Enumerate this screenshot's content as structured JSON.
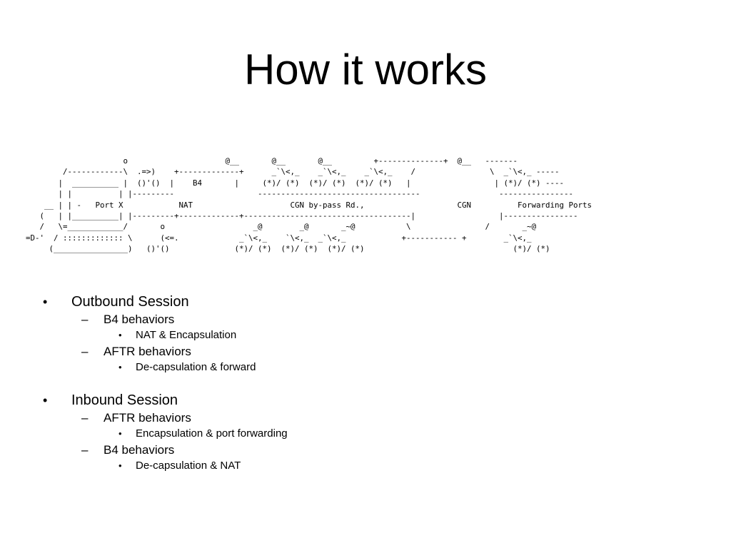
{
  "slide": {
    "title": "How it works",
    "diagram_lines": [
      "                     o                     @__       @__       @__         +--------------+  @__   -------",
      "        /------------\\  .=>)    +-------------+      _`\\<,_    _`\\<,_    _`\\<,_    /                \\  _`\\<,_ -----",
      "       |  __________ |  ()'()  |    B4       |     (*)/ (*)  (*)/ (*)  (*)/ (*)   |                  | (*)/ (*) ----",
      "       | |          | |---------                  -----------------------------------                 ----------------",
      "    __ | | -   Port X            NAT                     CGN by-pass Rd.,                    CGN          Forwarding Ports",
      "   (   | |__________| |---------+-------------+------------------------------------|                  |----------------",
      "   /   \\=____________/       o                   _@        _@       _~@           \\                /       _~@",
      "=D-'  / ::::::::::::: \\      (<=.             _`\\<,_    `\\<,_  _`\\<,_            +----------- +        _`\\<,_",
      "     (________________)   ()'()              (*)/ (*)  (*)/ (*)  (*)/ (*)                                (*)/ (*)"
    ],
    "sections": [
      {
        "bullet": "•",
        "label": "Outbound Session",
        "items": [
          {
            "dash": "–",
            "label": "B4 behaviors",
            "subitems": [
              {
                "bullet": "•",
                "label": "NAT & Encapsulation"
              }
            ]
          },
          {
            "dash": "–",
            "label": "AFTR behaviors",
            "subitems": [
              {
                "bullet": "•",
                "label": "De-capsulation & forward"
              }
            ]
          }
        ]
      },
      {
        "bullet": "•",
        "label": "Inbound Session",
        "items": [
          {
            "dash": "–",
            "label": "AFTR behaviors",
            "subitems": [
              {
                "bullet": "•",
                "label": "Encapsulation & port forwarding"
              }
            ]
          },
          {
            "dash": "–",
            "label": "B4 behaviors",
            "subitems": [
              {
                "bullet": "•",
                "label": "De-capsulation & NAT"
              }
            ]
          }
        ]
      }
    ]
  }
}
